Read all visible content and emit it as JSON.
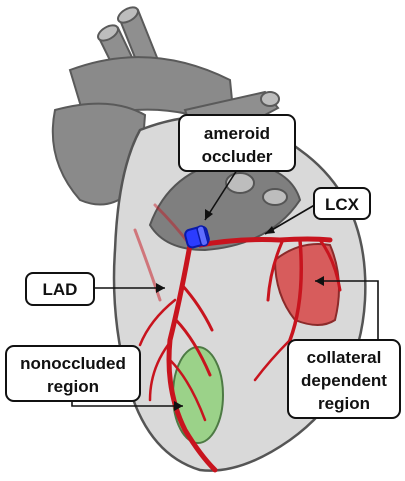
{
  "labels": {
    "ameroid_line1": "ameroid",
    "ameroid_line2": "occluder",
    "lcx": "LCX",
    "lad": "LAD",
    "nonoccluded_line1": "nonoccluded",
    "nonoccluded_line2": "region",
    "collateral_line1": "collateral",
    "collateral_line2": "dependent",
    "collateral_line3": "region"
  },
  "colors": {
    "heart_body": "#d9d9d9",
    "heart_outline": "#555555",
    "great_vessels": "#8f8f8f",
    "atria": "#7f7f7f",
    "artery": "#c8141e",
    "artery_dark": "#8c0a12",
    "occluder": "#2b3cff",
    "nonoccluded_region": "#8fd07a",
    "collateral_region": "#d64545",
    "label_border": "#111111",
    "label_fill": "#ffffff"
  }
}
